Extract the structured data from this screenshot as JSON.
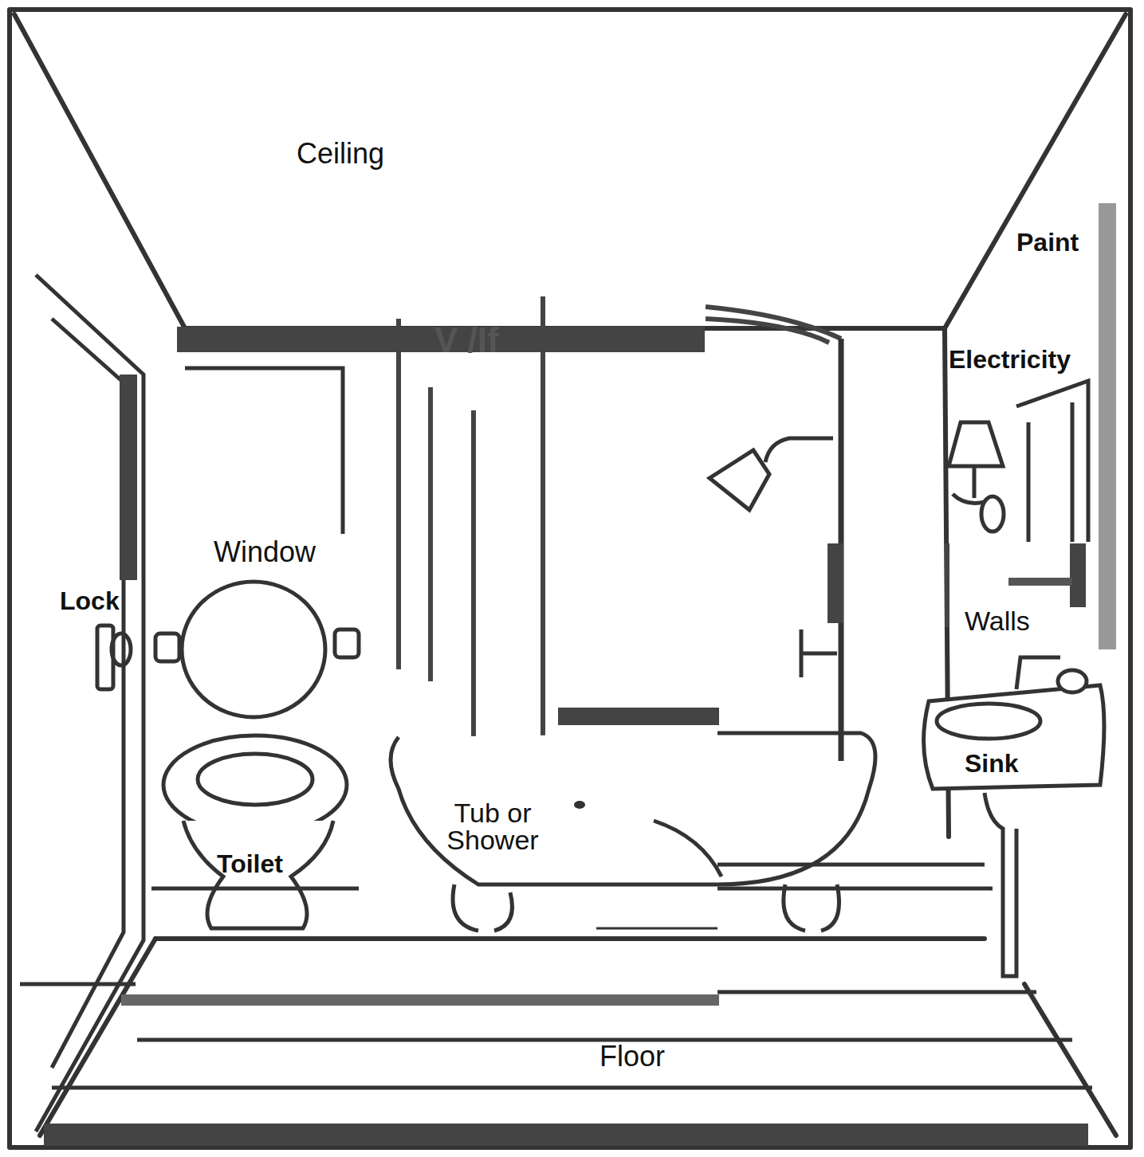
{
  "diagram": {
    "labels": [
      "Ceiling",
      "Paint",
      "V /If",
      "Electricity",
      "Window",
      "Lock",
      "Walls",
      "Sink",
      "Tub or Shower",
      "Toilet",
      "Floor"
    ]
  }
}
